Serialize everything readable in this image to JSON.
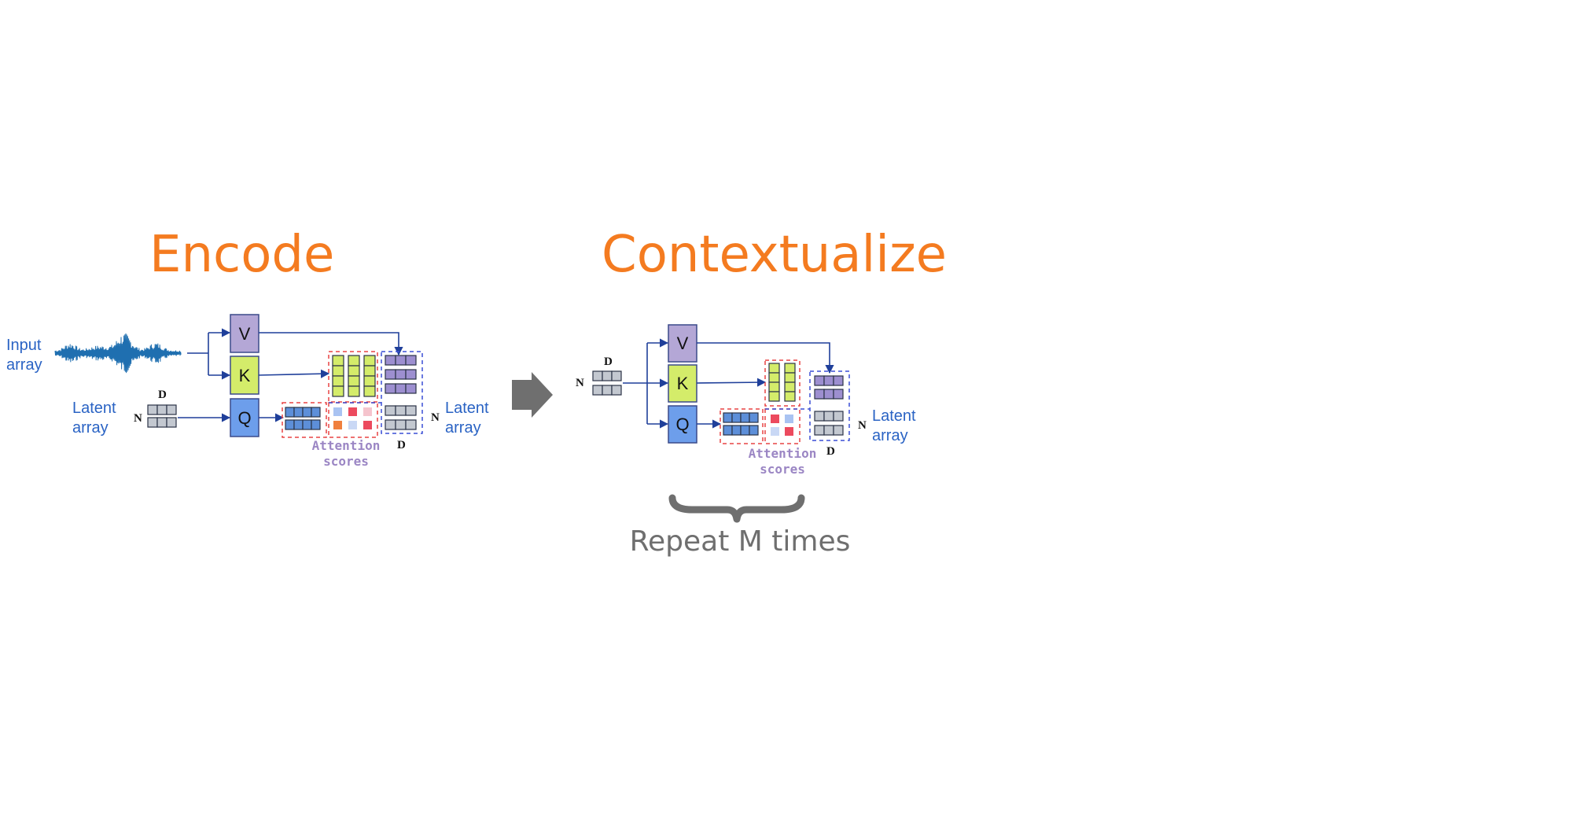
{
  "titles": {
    "encode": "Encode",
    "contextualize": "Contextualize"
  },
  "encode": {
    "input_label": [
      "Input",
      "array"
    ],
    "latent_in_label": [
      "Latent",
      "array"
    ],
    "latent_out_label": [
      "Latent",
      "array"
    ],
    "dim_D": "D",
    "dim_N": "N",
    "boxes": {
      "v": "V",
      "k": "K",
      "q": "Q"
    },
    "attention_label": [
      "Attention",
      "scores"
    ]
  },
  "contextualize": {
    "latent_out_label": [
      "Latent",
      "array"
    ],
    "dim_D": "D",
    "dim_N": "N",
    "boxes": {
      "v": "V",
      "k": "K",
      "q": "Q"
    },
    "attention_label": [
      "Attention",
      "scores"
    ]
  },
  "repeat_label": "Repeat M times",
  "colors": {
    "title": "#f47b20",
    "label": "#2a63c4",
    "v_box": "#b4a7d6",
    "k_box": "#d4ec6a",
    "q_box": "#6d9eeb",
    "arrow": "#1f3f9a",
    "red_dash": "#e84343",
    "blue_dash": "#3a4fd6",
    "grey_cell": "#c3c8d0",
    "purple_cell": "#9d8fd0",
    "lime_cell": "#d4ec6a",
    "blue_cell": "#5d8fd9",
    "big_arrow": "#6f6f6f",
    "repeat_text": "#6f6f6f"
  }
}
